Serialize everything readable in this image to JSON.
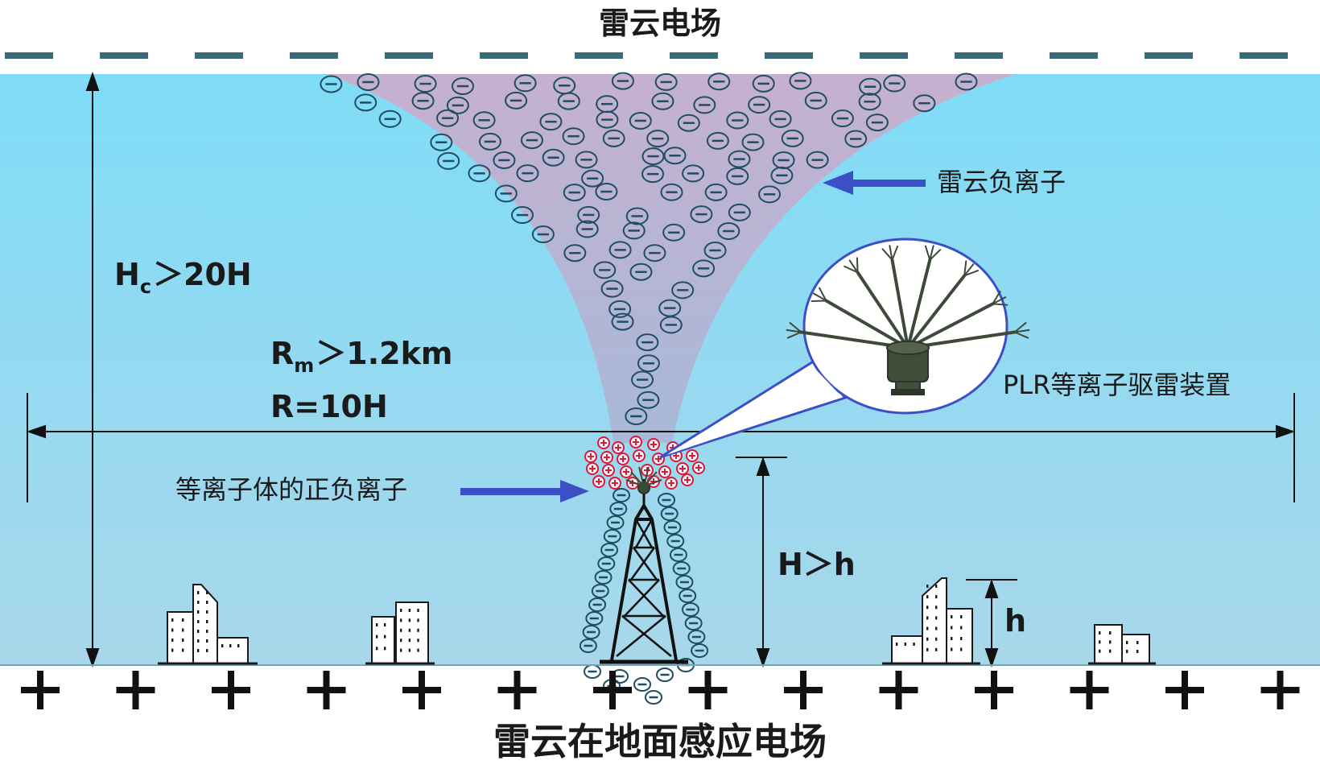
{
  "top_label": "雷云电场",
  "bottom_label": "雷云在地面感应电场",
  "cloud_ion_label": "雷云负离子",
  "device_label": "PLR等离子驱雷装置",
  "plasma_label": "等离子体的正负离子",
  "hc": {
    "main": "H",
    "sub": "c",
    "rest": "＞20H"
  },
  "rm": {
    "main": "R",
    "sub": "m",
    "rest": "＞1.2km"
  },
  "r_label": "R=10H",
  "tower_height_label": "H＞h",
  "building_height_label": "h",
  "symbols": {
    "positive": "+",
    "negative": "−"
  },
  "colors": {
    "sky_top": "#7fdcf7",
    "sky_bottom": "#a6d6ea",
    "funnel": "#c4aed0",
    "dash": "#3b6a7a",
    "arrow_blue": "#3c4fc7",
    "ion_stroke": "#1f4e62",
    "positive_ion": "#d81b3c",
    "callout_border": "#3c4fc7"
  }
}
